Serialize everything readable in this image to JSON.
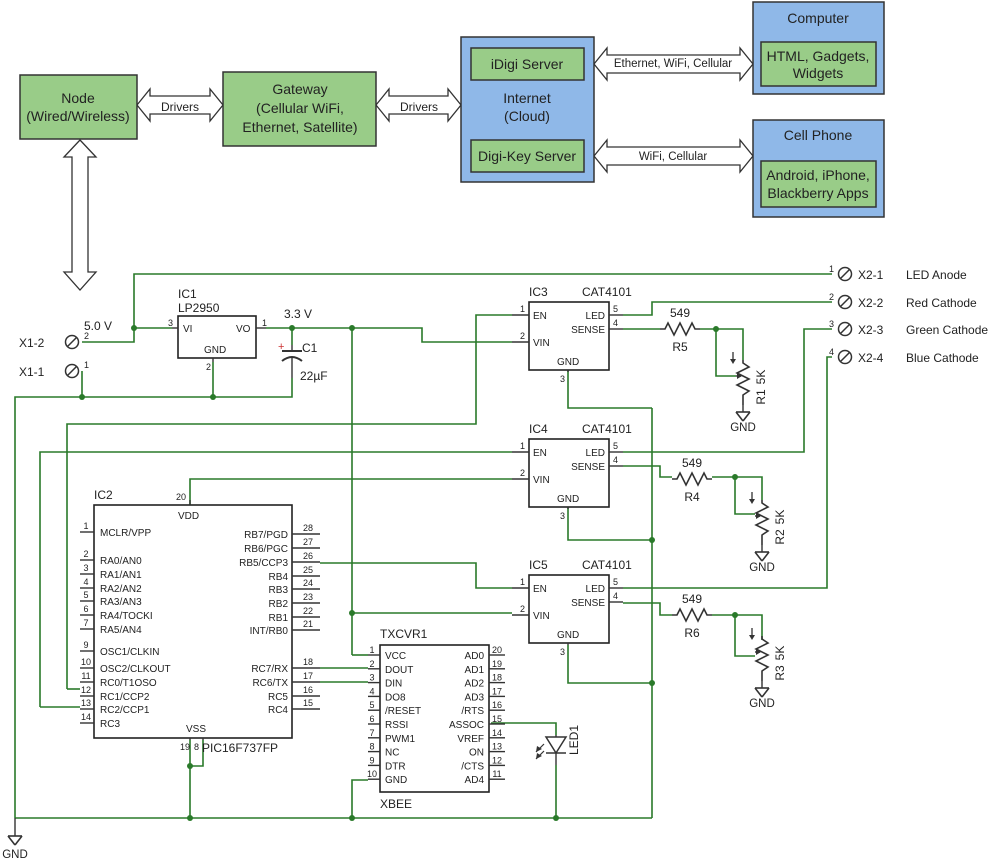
{
  "block": {
    "node": [
      "Node",
      "(Wired/Wireless)"
    ],
    "gateway": [
      "Gateway",
      "(Cellular WiFi,",
      "Ethernet, Satellite)"
    ],
    "internet": [
      "Internet",
      "(Cloud)"
    ],
    "idigi": "iDigi Server",
    "digikey": "Digi-Key Server",
    "computer": "Computer",
    "computer_apps": [
      "HTML, Gadgets,",
      "Widgets"
    ],
    "cellphone": "Cell Phone",
    "cellphone_apps": [
      "Android, iPhone,",
      "Blackberry Apps"
    ],
    "drivers1": "Drivers",
    "drivers2": "Drivers",
    "link_computer": "Ethernet, WiFi, Cellular",
    "link_phone": "WiFi, Cellular"
  },
  "schematic": {
    "ic1": {
      "name": "IC1",
      "part": "LP2950",
      "vi": "VI",
      "vo": "VO",
      "gnd": "GND",
      "pin_vi": "3",
      "pin_vo": "1",
      "pin_gnd": "2"
    },
    "c1": {
      "name": "C1",
      "value": "22µF"
    },
    "v5": "5.0 V",
    "v33": "3.3 V",
    "x1": [
      "X1-2",
      "X1-1"
    ],
    "x1_pins": [
      "2",
      "1"
    ],
    "x2": [
      {
        "pin": "1",
        "name": "X2-1",
        "label": "LED Anode"
      },
      {
        "pin": "2",
        "name": "X2-2",
        "label": "Red Cathode"
      },
      {
        "pin": "3",
        "name": "X2-3",
        "label": "Green Cathode"
      },
      {
        "pin": "4",
        "name": "X2-4",
        "label": "Blue Cathode"
      }
    ],
    "drivers": [
      {
        "name": "IC3",
        "part": "CAT4101",
        "res": "R5",
        "val": "549",
        "pot": "R1",
        "potval": "5K"
      },
      {
        "name": "IC4",
        "part": "CAT4101",
        "res": "R4",
        "val": "549",
        "pot": "R2",
        "potval": "5K"
      },
      {
        "name": "IC5",
        "part": "CAT4101",
        "res": "R6",
        "val": "549",
        "pot": "R3",
        "potval": "5K"
      }
    ],
    "driver_pins": {
      "en": "EN",
      "vin": "VIN",
      "gnd": "GND",
      "led": "LED",
      "sense": "SENSE",
      "p_en": "1",
      "p_vin": "2",
      "p_gnd": "3",
      "p_led": "5",
      "p_sense": "4"
    },
    "gnd": "GND",
    "pic": {
      "name": "IC2",
      "part": "PIC16F737FP",
      "vdd": "VDD",
      "vss": "VSS",
      "pin_vdd": "20",
      "pin_vss": [
        "19",
        "8"
      ],
      "left": [
        {
          "pin": "1",
          "label": "MCLR/VPP"
        },
        {
          "pin": "2",
          "label": "RA0/AN0"
        },
        {
          "pin": "3",
          "label": "RA1/AN1"
        },
        {
          "pin": "4",
          "label": "RA2/AN2"
        },
        {
          "pin": "5",
          "label": "RA3/AN3"
        },
        {
          "pin": "6",
          "label": "RA4/TOCKI"
        },
        {
          "pin": "7",
          "label": "RA5/AN4"
        },
        {
          "pin": "9",
          "label": "OSC1/CLKIN"
        },
        {
          "pin": "10",
          "label": "OSC2/CLKOUT"
        },
        {
          "pin": "11",
          "label": "RC0/T1OSO"
        },
        {
          "pin": "12",
          "label": "RC1/CCP2"
        },
        {
          "pin": "13",
          "label": "RC2/CCP1"
        },
        {
          "pin": "14",
          "label": "RC3"
        }
      ],
      "right": [
        {
          "pin": "28",
          "label": "RB7/PGD"
        },
        {
          "pin": "27",
          "label": "RB6/PGC"
        },
        {
          "pin": "26",
          "label": "RB5/CCP3"
        },
        {
          "pin": "25",
          "label": "RB4"
        },
        {
          "pin": "24",
          "label": "RB3"
        },
        {
          "pin": "23",
          "label": "RB2"
        },
        {
          "pin": "22",
          "label": "RB1"
        },
        {
          "pin": "21",
          "label": "INT/RB0"
        },
        {
          "pin": "18",
          "label": "RC7/RX"
        },
        {
          "pin": "17",
          "label": "RC6/TX"
        },
        {
          "pin": "16",
          "label": "RC5"
        },
        {
          "pin": "15",
          "label": "RC4"
        }
      ]
    },
    "xbee": {
      "name": "TXCVR1",
      "part": "XBEE",
      "left": [
        {
          "pin": "1",
          "label": "VCC"
        },
        {
          "pin": "2",
          "label": "DOUT"
        },
        {
          "pin": "3",
          "label": "DIN"
        },
        {
          "pin": "4",
          "label": "DO8"
        },
        {
          "pin": "5",
          "label": "/RESET"
        },
        {
          "pin": "6",
          "label": "RSSI"
        },
        {
          "pin": "7",
          "label": "PWM1"
        },
        {
          "pin": "8",
          "label": "NC"
        },
        {
          "pin": "9",
          "label": "DTR"
        },
        {
          "pin": "10",
          "label": "GND"
        }
      ],
      "right": [
        {
          "pin": "20",
          "label": "AD0"
        },
        {
          "pin": "19",
          "label": "AD1"
        },
        {
          "pin": "18",
          "label": "AD2"
        },
        {
          "pin": "17",
          "label": "AD3"
        },
        {
          "pin": "16",
          "label": "/RTS"
        },
        {
          "pin": "15",
          "label": "ASSOC"
        },
        {
          "pin": "14",
          "label": "VREF"
        },
        {
          "pin": "13",
          "label": "ON"
        },
        {
          "pin": "12",
          "label": "/CTS"
        },
        {
          "pin": "11",
          "label": "AD4"
        }
      ]
    },
    "led1": "LED1"
  }
}
